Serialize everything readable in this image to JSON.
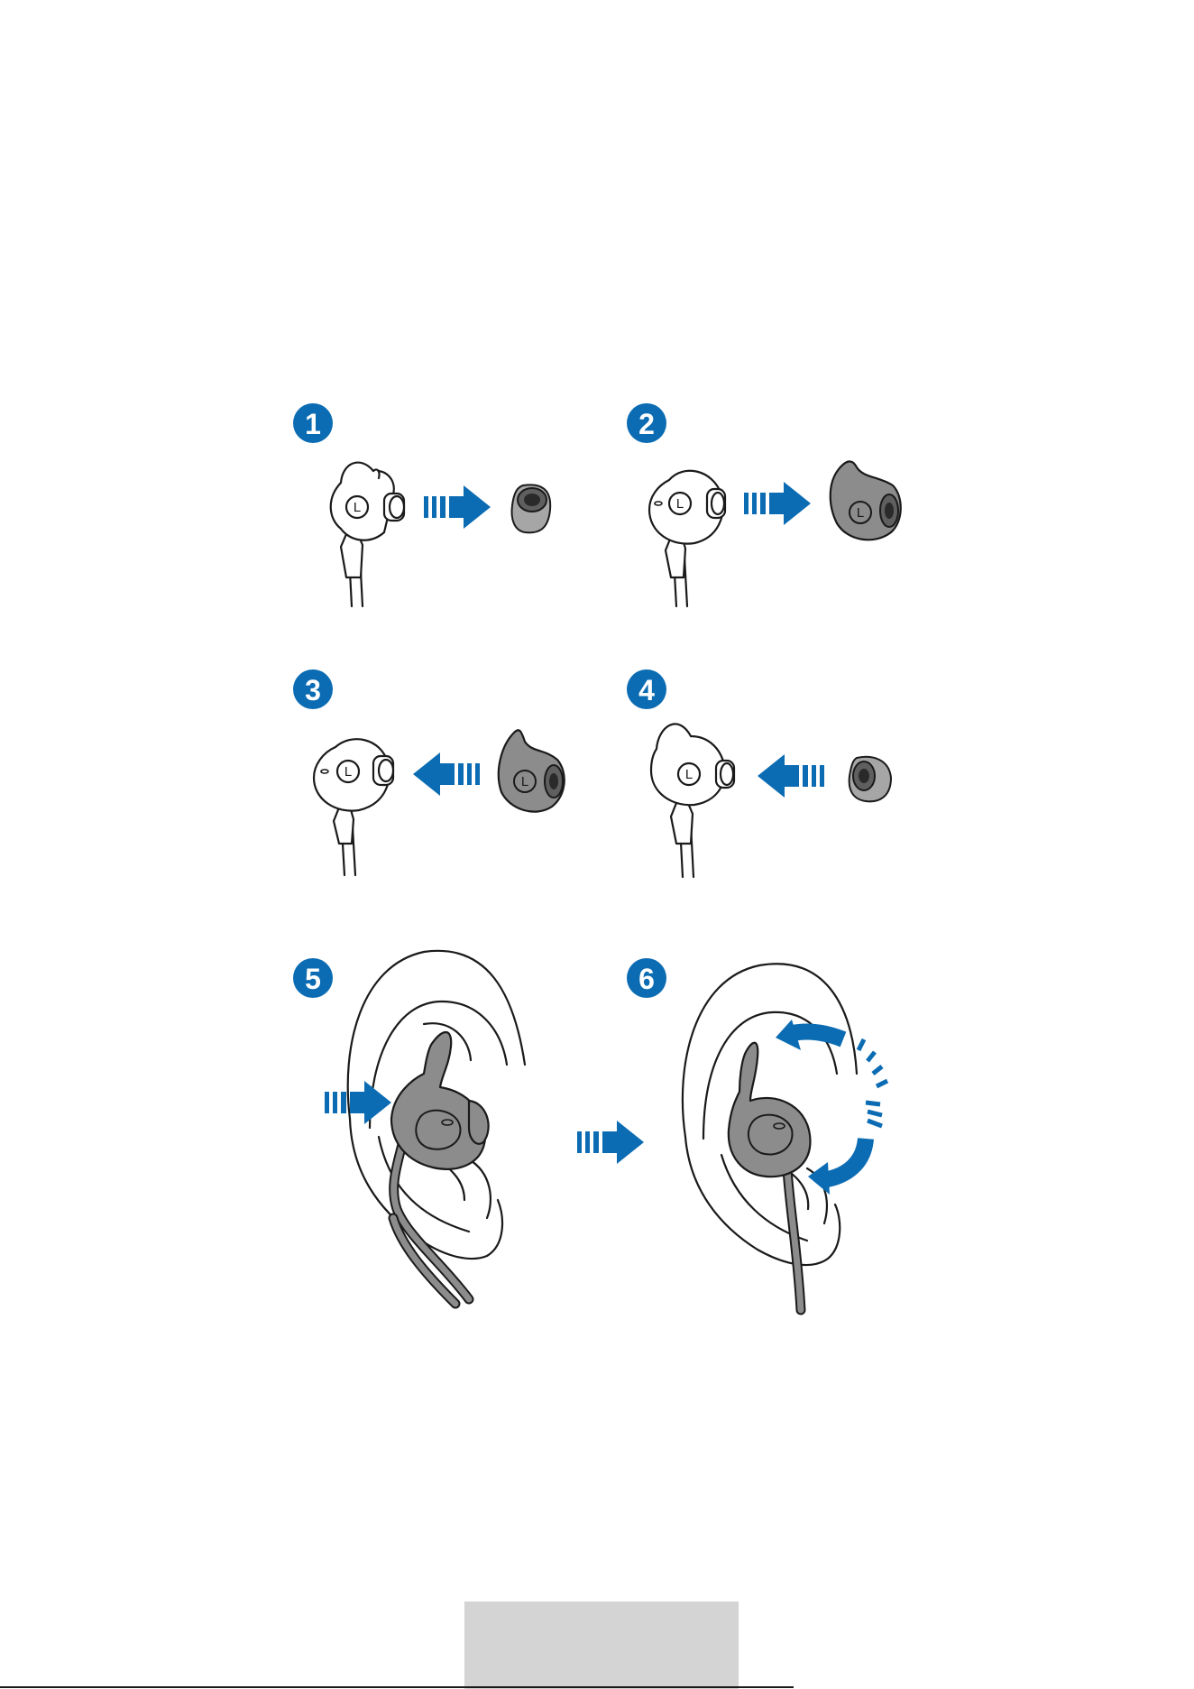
{
  "steps": [
    {
      "number": "1",
      "action": "remove-ear-tip"
    },
    {
      "number": "2",
      "action": "attach-wing-tip"
    },
    {
      "number": "3",
      "action": "remove-wing-tip"
    },
    {
      "number": "4",
      "action": "attach-ear-tip"
    },
    {
      "number": "5",
      "action": "insert-into-ear"
    },
    {
      "number": "6",
      "action": "rotate-to-fit"
    }
  ],
  "earbud_marks": {
    "left": "L"
  },
  "colors": {
    "accent_blue": "#0b6cb3",
    "tip_gray": "#8c8c8c",
    "page_tab_gray": "#d4d4d4"
  },
  "icons": [
    "step-badge-icon",
    "arrow-right-icon",
    "arrow-left-icon",
    "rotate-arrow-icon",
    "earbud-icon",
    "ear-icon"
  ]
}
